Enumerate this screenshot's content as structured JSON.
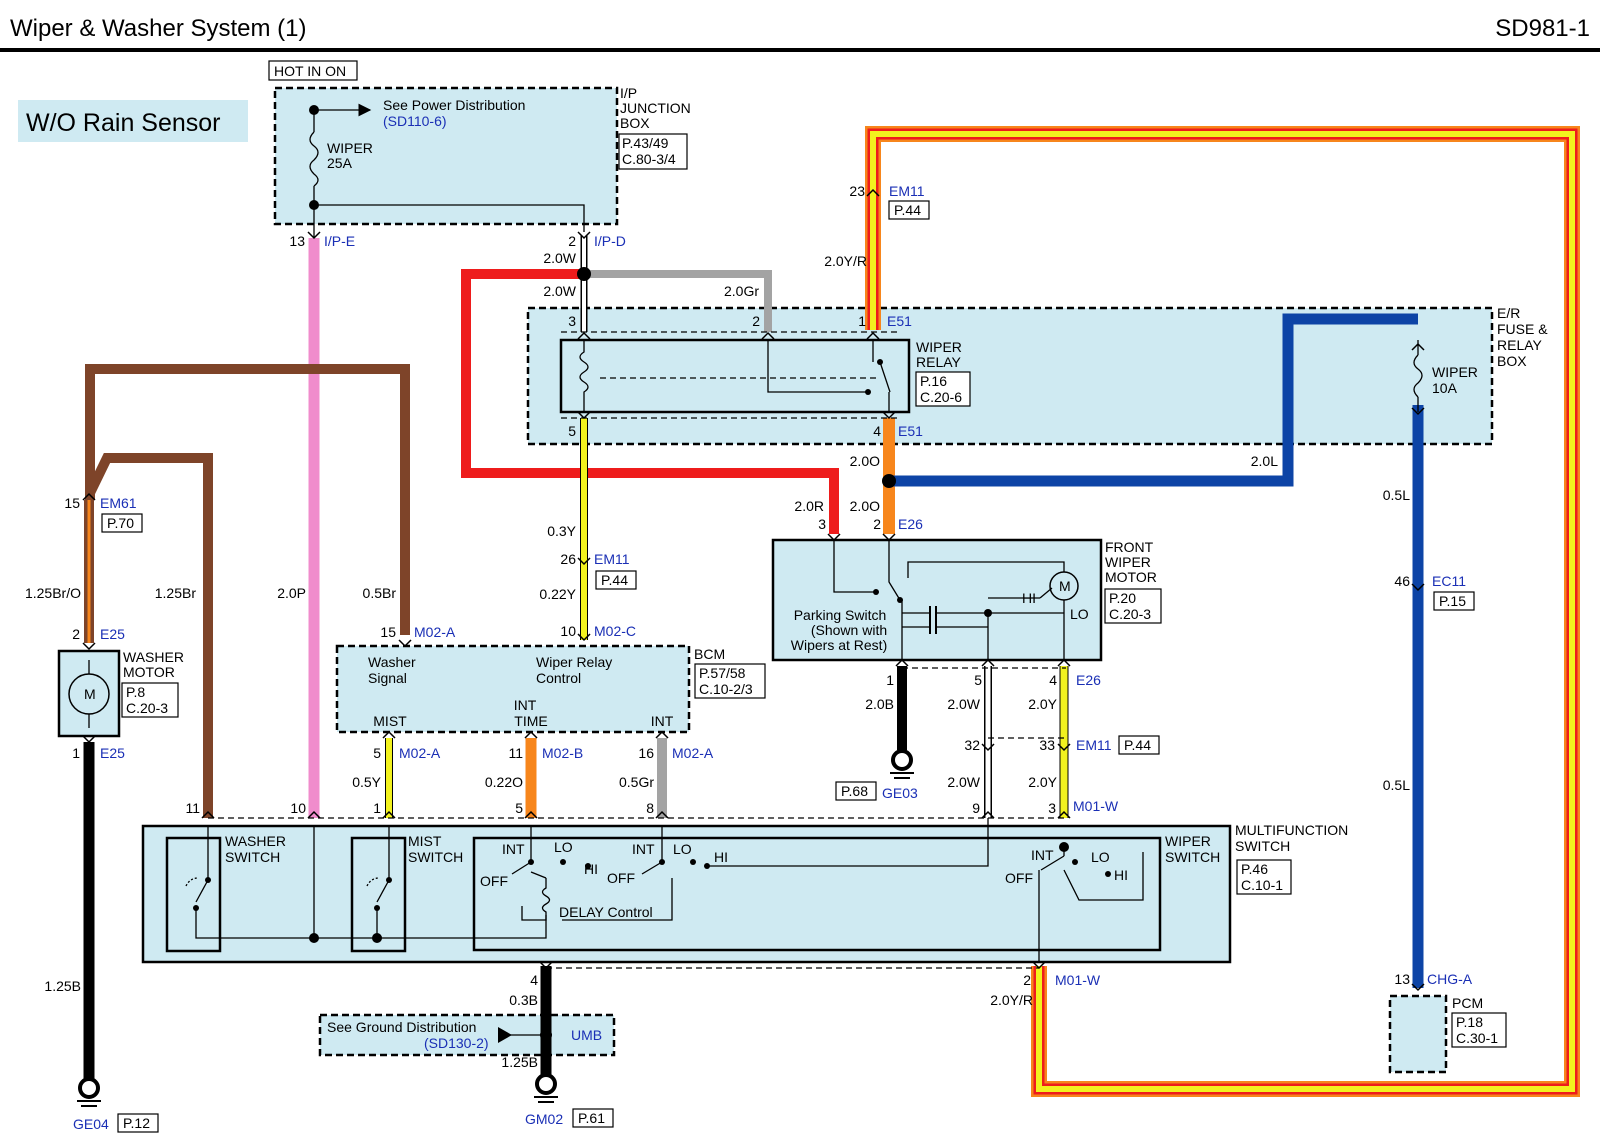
{
  "header": {
    "title": "Wiper & Washer System (1)",
    "code": "SD981-1"
  },
  "subtitle": "W/O Rain Sensor",
  "hot_label": "HOT IN ON",
  "ip_box": {
    "name_lines": [
      "I/P",
      "JUNCTION",
      "BOX"
    ],
    "refs": [
      "P.43/49",
      "C.80-3/4"
    ],
    "see_text": "See Power Distribution",
    "see_ref": "(SD110-6)",
    "fuse_lines": [
      "WIPER",
      "25A"
    ]
  },
  "er_box": {
    "name_lines": [
      "E/R",
      "FUSE &",
      "RELAY",
      "BOX"
    ],
    "fuse_lines": [
      "WIPER",
      "10A"
    ]
  },
  "relay": {
    "name_lines": [
      "WIPER",
      "RELAY"
    ],
    "refs": [
      "P.16",
      "C.20-6"
    ]
  },
  "motor": {
    "name_lines": [
      "FRONT",
      "WIPER",
      "MOTOR"
    ],
    "refs": [
      "P.20",
      "C.20-3"
    ],
    "parking_lines": [
      "Parking Switch",
      "(Shown with",
      "Wipers at Rest)"
    ],
    "hi": "HI",
    "lo": "LO",
    "m": "M"
  },
  "washer_motor": {
    "name_lines": [
      "WASHER",
      "MOTOR"
    ],
    "refs": [
      "P.8",
      "C.20-3"
    ],
    "m": "M"
  },
  "bcm": {
    "name": "BCM",
    "refs": [
      "P.57/58",
      "C.10-2/3"
    ],
    "washer_lines": [
      "Washer",
      "Signal"
    ],
    "relay_lines": [
      "Wiper Relay",
      "Control"
    ],
    "mist": "MIST",
    "int_time_lines": [
      "INT",
      "TIME"
    ],
    "int": "INT"
  },
  "mfs": {
    "name_lines": [
      "MULTIFUNCTION",
      "SWITCH"
    ],
    "refs": [
      "P.46",
      "C.10-1"
    ],
    "washer_lines": [
      "WASHER",
      "SWITCH"
    ],
    "mist_lines": [
      "MIST",
      "SWITCH"
    ],
    "wiper_lines": [
      "WIPER",
      "SWITCH"
    ],
    "delay": "DELAY Control",
    "int": "INT",
    "lo": "LO",
    "hi": "HI",
    "off": "OFF"
  },
  "pcm": {
    "name": "PCM",
    "refs": [
      "P.18",
      "C.30-1"
    ]
  },
  "ground_box": {
    "see_text": "See Ground Distribution",
    "see_ref": "(SD130-2)",
    "conn": "UMB"
  },
  "connectors": {
    "ipe": "I/P-E",
    "ipd": "I/P-D",
    "em11": "EM11",
    "e51": "E51",
    "e26": "E26",
    "em61": "EM61",
    "e25": "E25",
    "m02a": "M02-A",
    "m02b": "M02-B",
    "m02c": "M02-C",
    "m01w": "M01-W",
    "ec11": "EC11",
    "chga": "CHG-A",
    "ge03": "GE03",
    "ge04": "GE04",
    "gm02": "GM02"
  },
  "page_refs": {
    "p44": "P.44",
    "p70": "P.70",
    "p15": "P.15",
    "p68": "P.68",
    "p12": "P.12",
    "p61": "P.61"
  },
  "wires": {
    "w2": "2.0W",
    "gr2": "2.0Gr",
    "yr2": "2.0Y/R",
    "o2": "2.0O",
    "r2": "2.0R",
    "l2": "2.0L",
    "l05": "0.5L",
    "y03": "0.3Y",
    "y022": "0.22Y",
    "p2": "2.0P",
    "br05": "0.5Br",
    "br125": "1.25Br",
    "bro125": "1.25Br/O",
    "b2": "2.0B",
    "y2": "2.0Y",
    "y05": "0.5Y",
    "o022": "0.22O",
    "gr05": "0.5Gr",
    "b125": "1.25B",
    "b03": "0.3B"
  },
  "pins": {
    "p13": "13",
    "p2": "2",
    "p23": "23",
    "p3": "3",
    "p1": "1",
    "p4": "4",
    "p5": "5",
    "p15": "15",
    "p26": "26",
    "p10": "10",
    "p11": "11",
    "p16": "16",
    "p32": "32",
    "p33": "33",
    "p9": "9",
    "p8": "8",
    "p46": "46"
  },
  "colors": {
    "panel": "#cfeaf2",
    "blue_text": "#1a2fb5",
    "red": "#ee1c1c",
    "gray": "#a3a3a3",
    "orange": "#f7861c",
    "yellow": "#f2f21e",
    "pink": "#f08ccc",
    "brown": "#7e4429",
    "blue": "#0d44a6",
    "black": "#000000",
    "white": "#ffffff"
  }
}
